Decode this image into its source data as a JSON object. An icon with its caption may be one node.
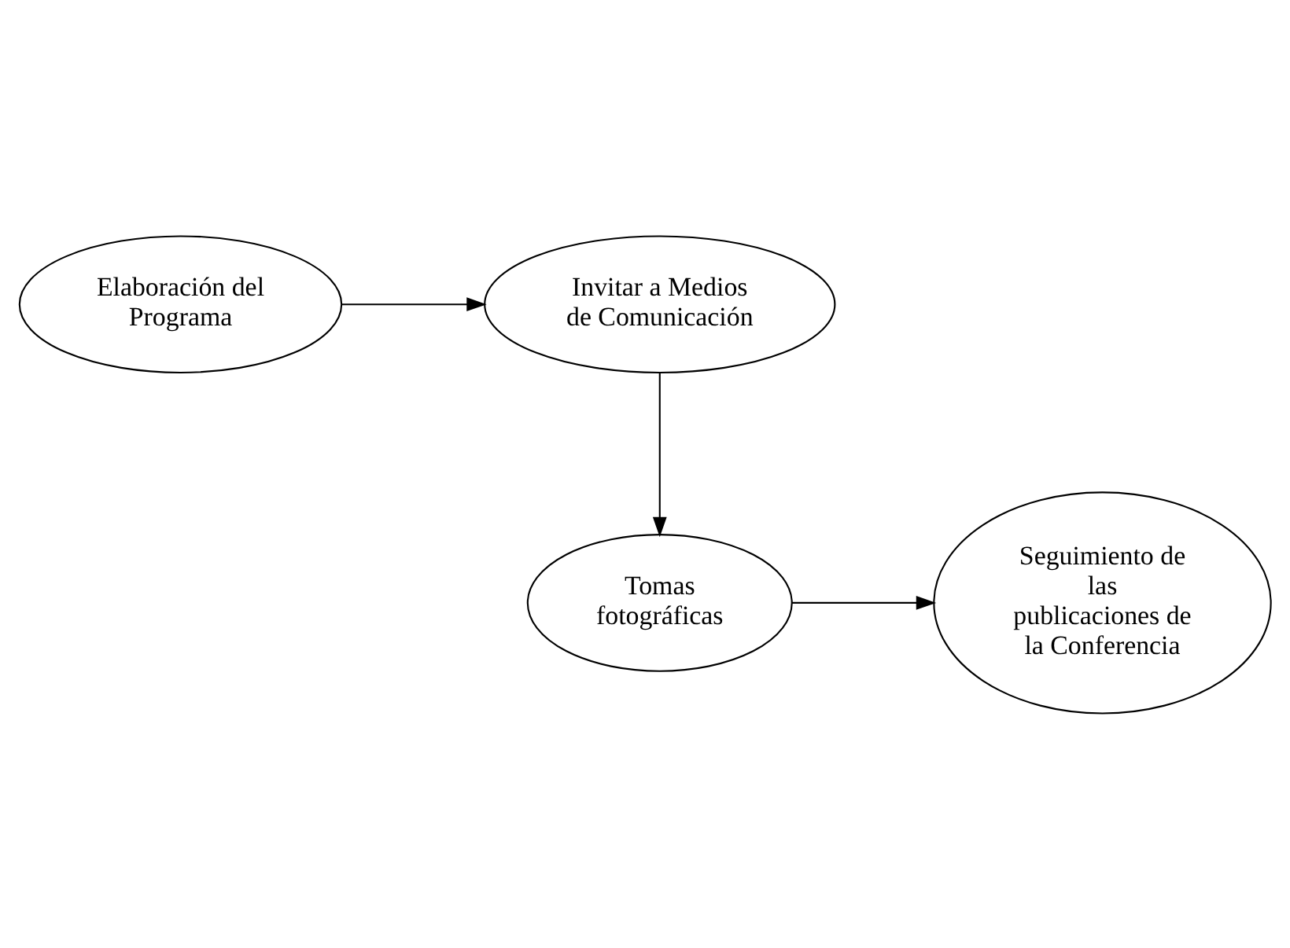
{
  "diagram": {
    "nodes": [
      {
        "text": [
          "Elaboración del Programa"
        ]
      },
      {
        "text": [
          "Invitar a Medios de Comunicación"
        ]
      },
      {
        "text": [
          "Tomas fotográficas"
        ]
      },
      {
        "text": [
          "Seguimiento de las publicaciones de la Conferencia"
        ]
      }
    ],
    "edges": [
      {
        "from": 0,
        "to": 1,
        "arrow": "to"
      },
      {
        "from": 1,
        "to": 2,
        "arrow": "to"
      },
      {
        "from": 2,
        "to": 3,
        "arrow": "to"
      }
    ]
  }
}
